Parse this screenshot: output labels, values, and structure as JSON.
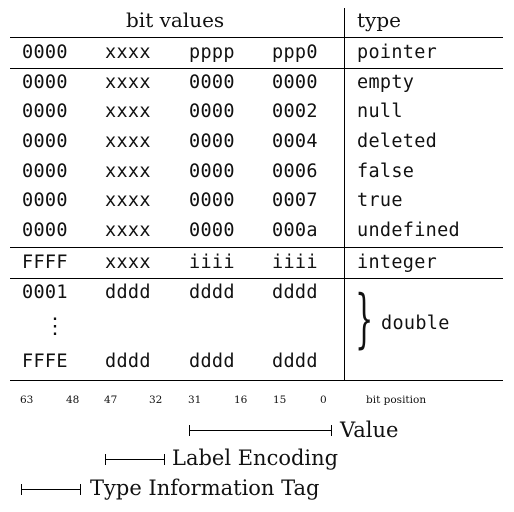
{
  "header": {
    "bit_values": "bit values",
    "type": "type"
  },
  "pointer_row": {
    "cells": [
      "0000",
      "xxxx",
      "pppp",
      "ppp0"
    ],
    "type": "pointer"
  },
  "special_rows": [
    {
      "cells": [
        "0000",
        "xxxx",
        "0000",
        "0000"
      ],
      "type": "empty"
    },
    {
      "cells": [
        "0000",
        "xxxx",
        "0000",
        "0002"
      ],
      "type": "null"
    },
    {
      "cells": [
        "0000",
        "xxxx",
        "0000",
        "0004"
      ],
      "type": "deleted"
    },
    {
      "cells": [
        "0000",
        "xxxx",
        "0000",
        "0006"
      ],
      "type": "false"
    },
    {
      "cells": [
        "0000",
        "xxxx",
        "0000",
        "0007"
      ],
      "type": "true"
    },
    {
      "cells": [
        "0000",
        "xxxx",
        "0000",
        "000a"
      ],
      "type": "undefined"
    }
  ],
  "integer_row": {
    "cells": [
      "FFFF",
      "xxxx",
      "iiii",
      "iiii"
    ],
    "type": "integer"
  },
  "double_rows": {
    "first": [
      "0001",
      "dddd",
      "dddd",
      "dddd"
    ],
    "ellipsis": "⋮",
    "last": [
      "FFFE",
      "dddd",
      "dddd",
      "dddd"
    ],
    "brace": "}",
    "type": "double"
  },
  "bit_positions": [
    "63",
    "48",
    "47",
    "32",
    "31",
    "16",
    "15",
    "0"
  ],
  "bit_position_label": "bit position",
  "legend": {
    "value": "Value",
    "label_encoding": "Label Encoding",
    "type_tag": "Type Information Tag"
  }
}
